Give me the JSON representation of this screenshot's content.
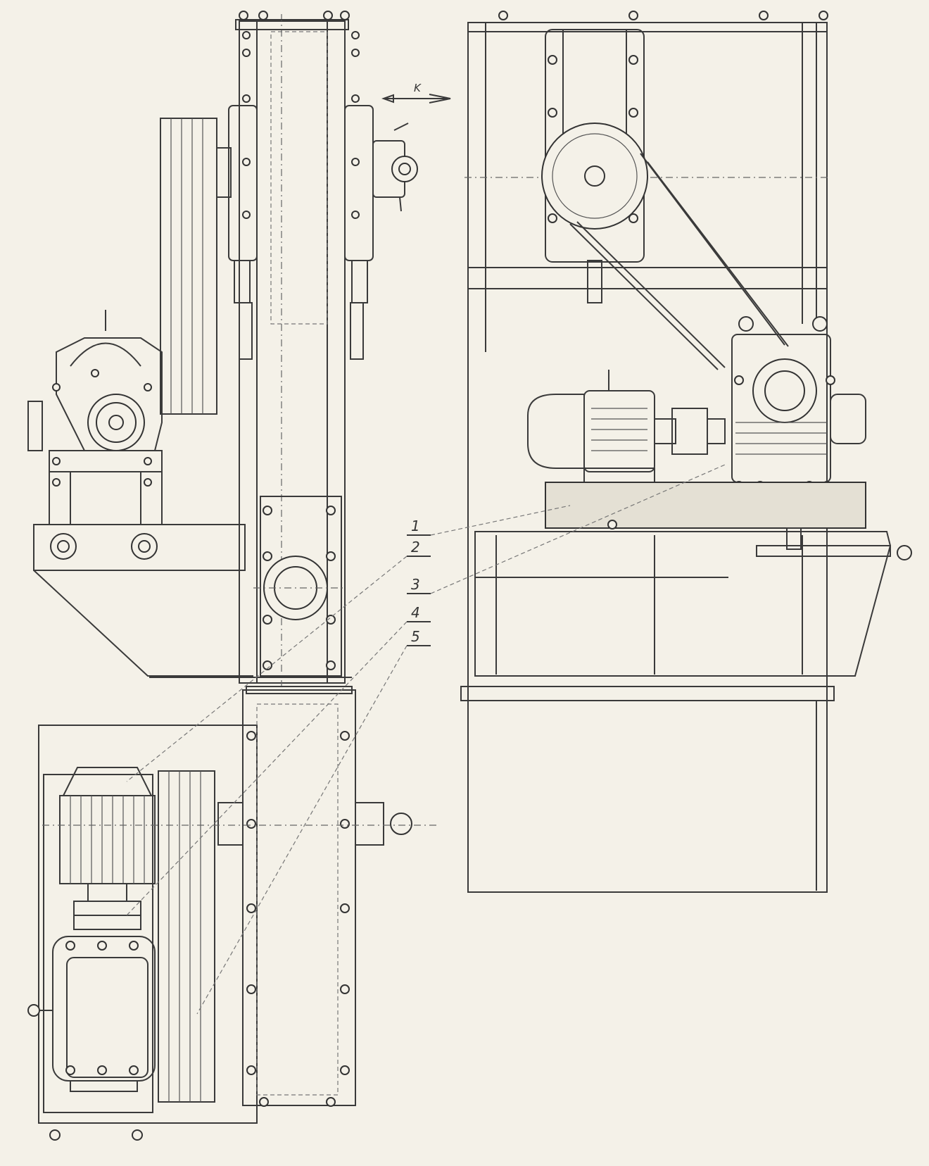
{
  "drawing": {
    "view_marker": "K",
    "callouts": [
      "1",
      "2",
      "3",
      "4",
      "5"
    ]
  }
}
